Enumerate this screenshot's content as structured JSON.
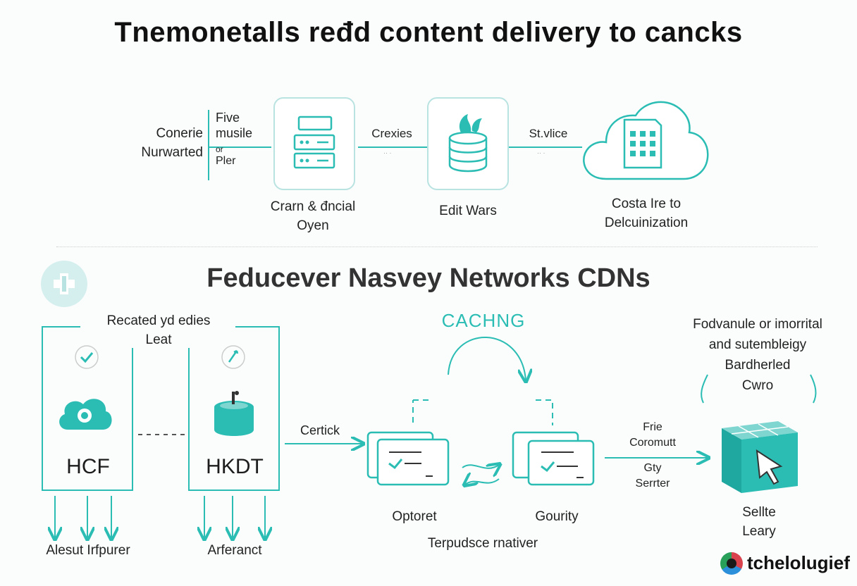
{
  "title": "Tnemonetalls ređd content delivery to cancks",
  "top_row": {
    "left_label": [
      "Conerie",
      "Nurwarted"
    ],
    "bracket_label": [
      "Five",
      "musile",
      "or",
      "Pler"
    ],
    "server_caption": [
      "Crarn & đncial",
      "Oyen"
    ],
    "arrow1_label": "Crexies",
    "db_caption": "Edit Wars",
    "arrow2_label": "St.vlice",
    "cloud_caption": [
      "Costa Ire to",
      "Delcuinization"
    ]
  },
  "subtitle": "Feducever Nasvey Networks CDNs",
  "bottom": {
    "note_top": [
      "Recated yd edies",
      "Leat"
    ],
    "node1": {
      "title": "HCF",
      "caption": "Alesut Irfpurer"
    },
    "node2": {
      "title": "HKDT",
      "caption": "Arferanct"
    },
    "caching_label": "CACHNG",
    "arrow_label": "Certick",
    "card_left_caption": "Optoret",
    "card_right_caption": "Gourity",
    "under_caption": "Terpudsce rnativer",
    "right_note": [
      "Fodvanule or imorrital",
      "and sutembleigy",
      "Bardherled",
      "Cwro"
    ],
    "right_arrow_label": [
      "Frie",
      "Coromutt",
      "Gty",
      "Serrter"
    ],
    "cube_caption": [
      "Sellte",
      "Leary"
    ]
  },
  "logo": {
    "text": "tchelolugief"
  },
  "colors": {
    "accent": "#2bbdb4",
    "box_border": "#b9e3e1",
    "text": "#222222"
  }
}
